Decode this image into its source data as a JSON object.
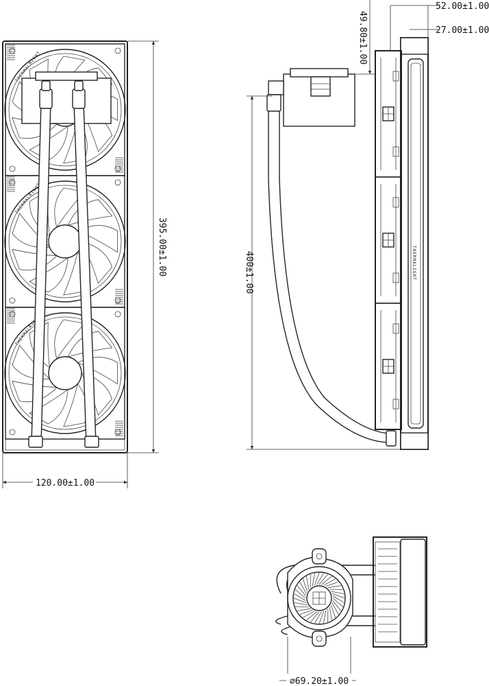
{
  "dimensions": {
    "width": "120.00±1.00",
    "height": "395.00±1.00",
    "tube_length": "400±1.00",
    "pump_height": "49.80±1.00",
    "radiator_thickness": "52.00±1.00",
    "radiator_core": "27.00±1.00",
    "pump_diameter": "⌀69.20±1.00"
  },
  "brand": {
    "side_label": "THERMALIGHT",
    "fan_label": "THERMALRIGHT"
  },
  "colors": {
    "line": "#222222",
    "background": "#ffffff"
  }
}
